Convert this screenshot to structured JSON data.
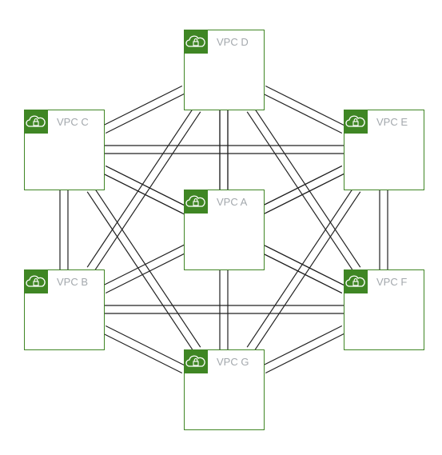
{
  "diagram": {
    "colors": {
      "border": "#3f8624",
      "icon_bg": "#3f8624",
      "icon_fg": "#ffffff",
      "line": "#222222",
      "label": "#a3a8ad"
    },
    "nodes": [
      {
        "id": "A",
        "label": "VPC A",
        "icon": "cloud-lock-icon"
      },
      {
        "id": "B",
        "label": "VPC B",
        "icon": "cloud-lock-icon"
      },
      {
        "id": "C",
        "label": "VPC C",
        "icon": "cloud-lock-icon"
      },
      {
        "id": "D",
        "label": "VPC D",
        "icon": "cloud-lock-icon"
      },
      {
        "id": "E",
        "label": "VPC E",
        "icon": "cloud-lock-icon"
      },
      {
        "id": "F",
        "label": "VPC F",
        "icon": "cloud-lock-icon"
      },
      {
        "id": "G",
        "label": "VPC G",
        "icon": "cloud-lock-icon"
      }
    ],
    "connections": [
      {
        "from": "A",
        "to": "B",
        "style": "dashed"
      },
      {
        "from": "A",
        "to": "C",
        "style": "solid"
      },
      {
        "from": "A",
        "to": "D",
        "style": "solid"
      },
      {
        "from": "A",
        "to": "E",
        "style": "solid"
      },
      {
        "from": "A",
        "to": "F",
        "style": "solid"
      },
      {
        "from": "A",
        "to": "G",
        "style": "dashed"
      },
      {
        "from": "B",
        "to": "C",
        "style": "solid"
      },
      {
        "from": "B",
        "to": "D",
        "style": "solid"
      },
      {
        "from": "B",
        "to": "E",
        "style": "solid"
      },
      {
        "from": "B",
        "to": "F",
        "style": "solid"
      },
      {
        "from": "B",
        "to": "G",
        "style": "solid"
      },
      {
        "from": "C",
        "to": "D",
        "style": "solid"
      },
      {
        "from": "C",
        "to": "E",
        "style": "solid"
      },
      {
        "from": "C",
        "to": "F",
        "style": "solid"
      },
      {
        "from": "C",
        "to": "G",
        "style": "solid"
      },
      {
        "from": "D",
        "to": "E",
        "style": "solid"
      },
      {
        "from": "D",
        "to": "F",
        "style": "solid"
      },
      {
        "from": "D",
        "to": "G",
        "style": "solid"
      },
      {
        "from": "E",
        "to": "F",
        "style": "solid"
      },
      {
        "from": "E",
        "to": "G",
        "style": "solid"
      },
      {
        "from": "F",
        "to": "G",
        "style": "solid"
      }
    ]
  }
}
